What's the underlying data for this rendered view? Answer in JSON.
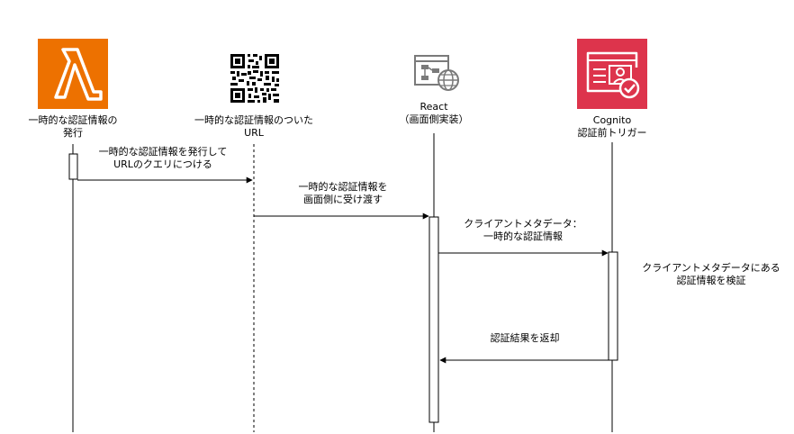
{
  "participants": [
    {
      "id": "lambda",
      "icon": "aws-lambda-icon",
      "color": "#ED7100",
      "lines": [
        "一時的な認証情報の",
        "発行"
      ]
    },
    {
      "id": "qr",
      "icon": "qr-code-icon",
      "color": "#000000",
      "lines": [
        "一時的な認証情報のついた",
        "URL"
      ]
    },
    {
      "id": "react",
      "icon": "web-application-icon",
      "color": "#7a7a7a",
      "lines": [
        "React",
        "（画面側実装）"
      ]
    },
    {
      "id": "cognito",
      "icon": "aws-cognito-icon",
      "color": "#DD344C",
      "lines": [
        "Cognito",
        "認証前トリガー"
      ]
    }
  ],
  "messages": [
    {
      "id": "m1",
      "lines": [
        "一時的な認証情報を発行して",
        "URLのクエリにつける"
      ]
    },
    {
      "id": "m2",
      "lines": [
        "一時的な認証情報を",
        "画面側に受け渡す"
      ]
    },
    {
      "id": "m3",
      "lines": [
        "クライアントメタデータ：",
        "一時的な認証情報"
      ]
    },
    {
      "id": "m4",
      "lines": [
        "認証結果を返却"
      ]
    }
  ],
  "notes": [
    {
      "id": "n1",
      "lines": [
        "クライアントメタデータにある",
        "認証情報を検証"
      ]
    }
  ]
}
